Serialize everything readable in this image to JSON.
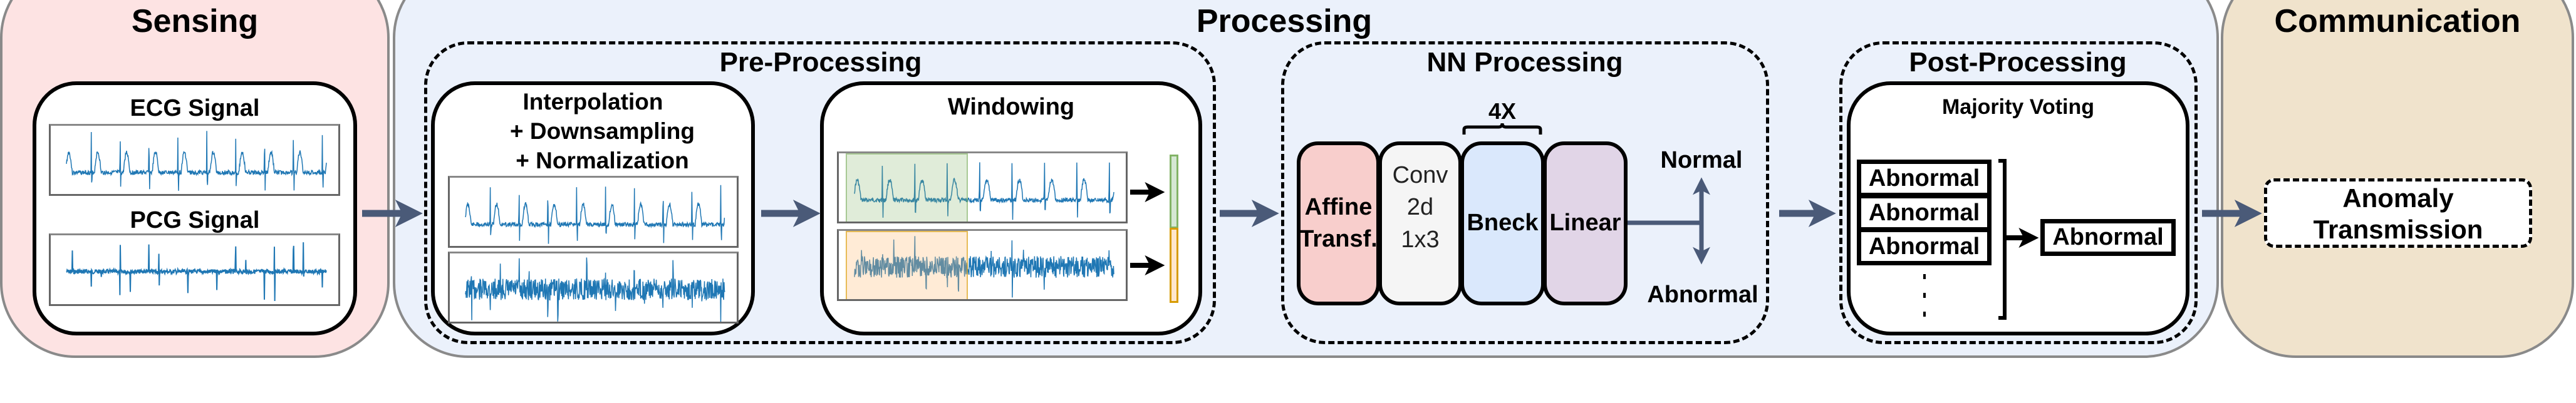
{
  "colors": {
    "sensing_bg": "#fde3e3",
    "processing_bg": "#ebf1fb",
    "communication_bg": "#f0e3cc",
    "arrow": "#4a5a78",
    "signal": "#1f77b4",
    "affine": "#f8cecc",
    "conv": "#f5f5f5",
    "bneck": "#dae8fc",
    "linear": "#e1d5e7",
    "window_ecg": "#82b366",
    "window_pcg": "#d79b00"
  },
  "sensing": {
    "title": "Sensing",
    "ecg_label": "ECG Signal",
    "pcg_label": "PCG Signal"
  },
  "processing": {
    "title": "Processing",
    "pre": {
      "title": "Pre-Processing",
      "interp_lines": [
        "Interpolation",
        "+ Downsampling",
        "+ Normalization"
      ],
      "windowing": "Windowing"
    },
    "nn": {
      "title": "NN Processing",
      "repeat": "4X",
      "blocks": [
        {
          "line1": "Affine",
          "line2": "Transf.",
          "line3": ""
        },
        {
          "line1": "Conv",
          "line2": "2d",
          "line3": "1x3"
        },
        {
          "line1": "Bneck",
          "line2": "",
          "line3": ""
        },
        {
          "line1": "Linear",
          "line2": "",
          "line3": ""
        }
      ],
      "outputs": [
        "Normal",
        "Abnormal"
      ]
    },
    "post": {
      "title": "Post-Processing",
      "majority": "Majority Voting",
      "votes": [
        "Abnormal",
        "Abnormal",
        "Abnormal"
      ],
      "result": "Abnormal"
    }
  },
  "communication": {
    "title": "Communication",
    "lines": [
      "Anomaly",
      "Transmission"
    ]
  }
}
